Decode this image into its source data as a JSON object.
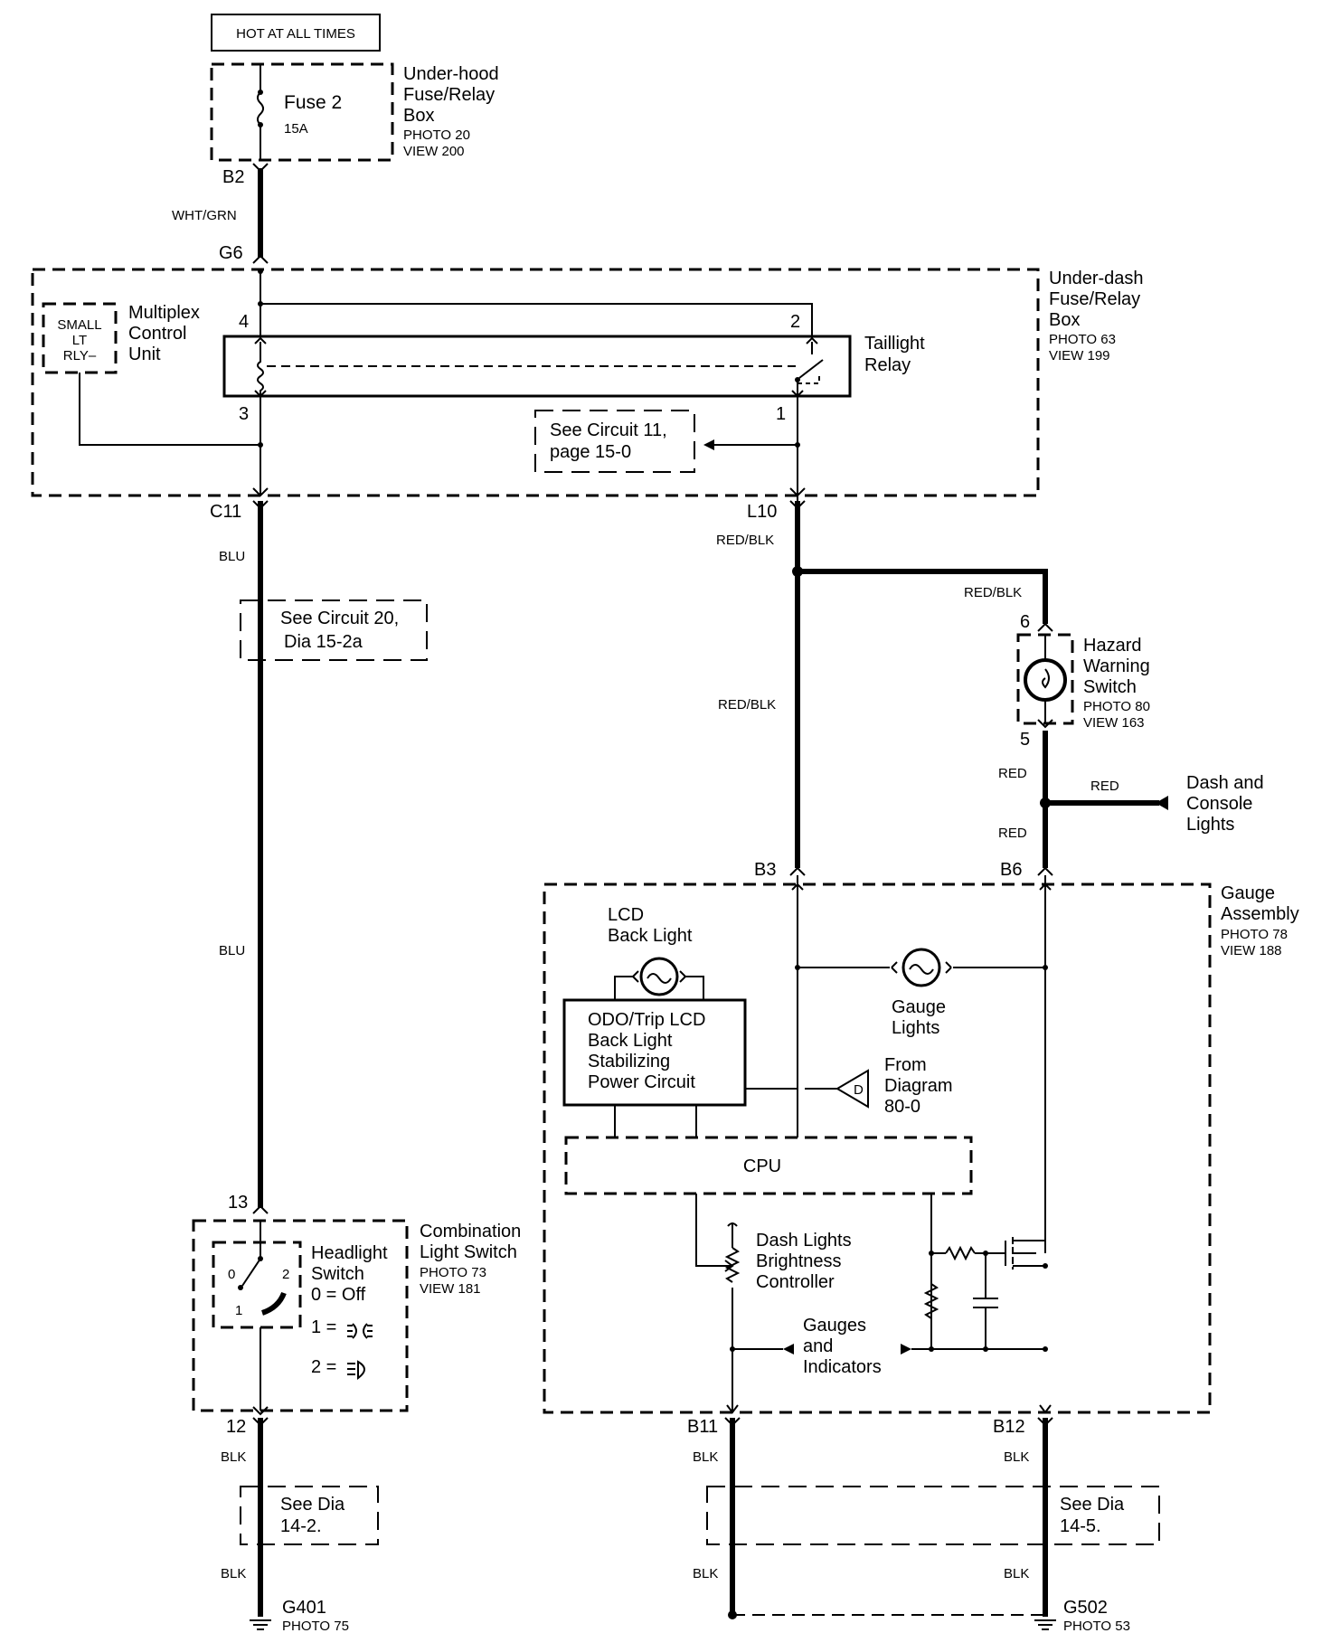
{
  "top": {
    "hot_at_all_times": "HOT AT ALL TIMES",
    "fuse_name": "Fuse 2",
    "fuse_rating": "15A",
    "underhood_box": [
      "Under-hood",
      "Fuse/Relay",
      "Box"
    ],
    "underhood_photo": "PHOTO 20",
    "underhood_view": "VIEW 200",
    "connector_b2": "B2",
    "wire_whtgrn": "WHT/GRN",
    "connector_g6": "G6"
  },
  "underdash": {
    "box_label": [
      "Under-dash",
      "Fuse/Relay",
      "Box"
    ],
    "photo": "PHOTO 63",
    "view": "VIEW 199",
    "small_lt_rly": [
      "SMALL",
      "LT",
      "RLY–"
    ],
    "multiplex": [
      "Multiplex",
      "Control",
      "Unit"
    ],
    "taillight_relay": [
      "Taillight",
      "Relay"
    ],
    "pin_4": "4",
    "pin_2": "2",
    "pin_3": "3",
    "pin_1": "1",
    "see_circuit": [
      "See Circuit 11,",
      "page 15-0"
    ],
    "connector_c11": "C11",
    "connector_l10": "L10"
  },
  "left_branch": {
    "wire_blu_1": "BLU",
    "see_circuit_20": [
      "See Circuit 20,",
      "Dia 15-2a"
    ],
    "wire_blu_2": "BLU",
    "pin_13": "13",
    "combination_switch": [
      "Combination",
      "Light Switch"
    ],
    "combo_photo": "PHOTO 73",
    "combo_view": "VIEW 181",
    "headlight_switch": [
      "Headlight",
      "Switch"
    ],
    "switch_pos_0": "0",
    "switch_pos_1": "1",
    "switch_pos_2": "2",
    "off_text": "0 = Off",
    "pos1_text": "1 =",
    "pos2_text": "2 =",
    "pin_12": "12",
    "wire_blk_1": "BLK",
    "see_dia_142": [
      "See Dia",
      "14-2."
    ],
    "wire_blk_2": "BLK",
    "ground": "G401",
    "ground_photo": "PHOTO 75"
  },
  "right_branch": {
    "wire_redblk_1": "RED/BLK",
    "wire_redblk_2": "RED/BLK",
    "wire_redblk_3": "RED/BLK",
    "pin_6": "6",
    "pin_5": "5",
    "hazard": [
      "Hazard",
      "Warning",
      "Switch"
    ],
    "hazard_photo": "PHOTO 80",
    "hazard_view": "VIEW 163",
    "wire_red_1": "RED",
    "wire_red_2": "RED",
    "wire_red_3": "RED",
    "dash_console": [
      "Dash and",
      "Console",
      "Lights"
    ],
    "connector_b3": "B3",
    "connector_b6": "B6"
  },
  "gauge": {
    "assembly": [
      "Gauge",
      "Assembly"
    ],
    "photo": "PHOTO 78",
    "view": "VIEW 188",
    "lcd_back_light": [
      "LCD",
      "Back Light"
    ],
    "odo_box": [
      "ODO/Trip LCD",
      "Back Light",
      "Stabilizing",
      "Power Circuit"
    ],
    "gauge_lights": [
      "Gauge",
      "Lights"
    ],
    "from_diagram": [
      "From",
      "Diagram",
      "80-0"
    ],
    "from_d": "D",
    "cpu": "CPU",
    "dash_brightness": [
      "Dash Lights",
      "Brightness",
      "Controller"
    ],
    "gauges_indicators": [
      "Gauges",
      "and",
      "Indicators"
    ],
    "connector_b11": "B11",
    "connector_b12": "B12",
    "wire_blk_a": "BLK",
    "wire_blk_b": "BLK",
    "wire_blk_c": "BLK",
    "wire_blk_d": "BLK",
    "see_dia_145": [
      "See Dia",
      "14-5."
    ],
    "ground": "G502",
    "ground_photo": "PHOTO 53"
  }
}
